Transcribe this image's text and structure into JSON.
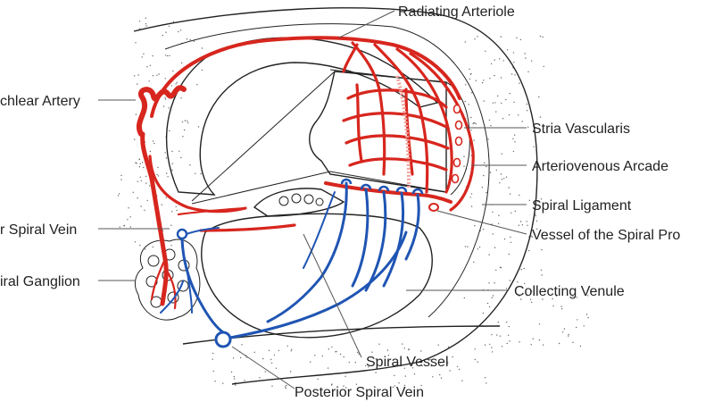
{
  "labels": {
    "radiating_arteriole": "Radiating Arteriole",
    "cochlear_artery": "chlear Artery",
    "stria_vascularis": "Stria Vascularis",
    "arteriovenous_arcade": "Arteriovenous Arcade",
    "spiral_ligament": "Spiral Ligament",
    "vessel_spiral_prominence": "Vessel of the Spiral Pro",
    "anterior_spiral_vein": "r Spiral Vein",
    "spiral_ganglion": "iral Ganglion",
    "collecting_venule": "Collecting Venule",
    "spiral_vessel": "Spiral Vessel",
    "posterior_spiral_vein": "Posterior Spiral Vein"
  },
  "colors": {
    "artery": "#d7261e",
    "vein": "#1f55b3",
    "outline": "#222222",
    "label": "#222222"
  }
}
